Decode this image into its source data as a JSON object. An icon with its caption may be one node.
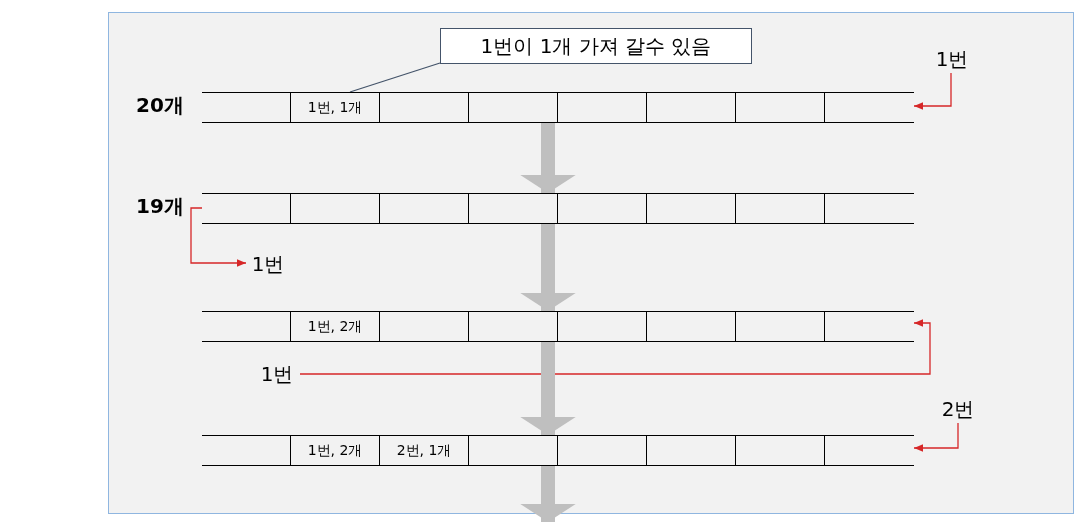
{
  "diagram": {
    "nodes": [
      {
        "text": [
          "1번이 1개 가져 갈수 있음"
        ]
      },
      {
        "text": [
          "1번"
        ]
      },
      {
        "text": [],
        "shape": "bar",
        "beside": [
          "20개"
        ]
      },
      {
        "text": [],
        "shape": "box",
        "in": 2
      },
      {
        "text": [
          "1번, 1개"
        ],
        "in": 2
      },
      {
        "text": [],
        "shape": "box",
        "in": 2
      },
      {
        "text": [],
        "shape": "box",
        "in": 2
      },
      {
        "text": [],
        "shape": "box",
        "in": 2
      },
      {
        "text": [],
        "shape": "box",
        "in": 2
      },
      {
        "text": [],
        "shape": "box",
        "in": 2
      },
      {
        "text": [],
        "shape": "box",
        "in": 2
      },
      {
        "text": [],
        "shape": "bar",
        "beside": [
          "19개"
        ]
      },
      {
        "text": [],
        "shape": "box",
        "in": 11
      },
      {
        "text": [],
        "shape": "box",
        "in": 11
      },
      {
        "text": [],
        "shape": "box",
        "in": 11
      },
      {
        "text": [],
        "shape": "box",
        "in": 11
      },
      {
        "text": [],
        "shape": "box",
        "in": 11
      },
      {
        "text": [],
        "shape": "box",
        "in": 11
      },
      {
        "text": [],
        "shape": "box",
        "in": 11
      },
      {
        "text": [],
        "shape": "box",
        "in": 11
      },
      {
        "text": [
          "1번"
        ]
      },
      {
        "text": [],
        "shape": "bar"
      },
      {
        "text": [],
        "shape": "box",
        "in": 21
      },
      {
        "text": [
          "1번, 2개"
        ],
        "in": 21
      },
      {
        "text": [],
        "shape": "box",
        "in": 21
      },
      {
        "text": [],
        "shape": "box",
        "in": 21
      },
      {
        "text": [],
        "shape": "box",
        "in": 21
      },
      {
        "text": [],
        "shape": "box",
        "in": 21
      },
      {
        "text": [],
        "shape": "box",
        "in": 21
      },
      {
        "text": [],
        "shape": "box",
        "in": 21
      },
      {
        "text": [
          "1번"
        ]
      },
      {
        "text": [
          "2번"
        ]
      },
      {
        "text": [],
        "shape": "bar"
      },
      {
        "text": [],
        "shape": "box",
        "in": 32
      },
      {
        "text": [
          "1번, 2개"
        ],
        "in": 32
      },
      {
        "text": [
          "2번, 1개"
        ],
        "in": 32
      },
      {
        "text": [],
        "shape": "box",
        "in": 32
      },
      {
        "text": [],
        "shape": "box",
        "in": 32
      },
      {
        "text": [],
        "shape": "box",
        "in": 32
      },
      {
        "text": [],
        "shape": "box",
        "in": 32
      },
      {
        "text": [],
        "shape": "box",
        "in": 32
      }
    ],
    "edges": [
      {
        "from": 0,
        "to": 4,
        "arrow": "none",
        "color": "#44546a"
      },
      {
        "from": 1,
        "to": 10,
        "arrow": "to",
        "color": "#d62728"
      },
      {
        "from": 2,
        "to": 11,
        "arrow": "to",
        "style": "thick",
        "color": "#bfbfbf"
      },
      {
        "from": 12,
        "to": 20,
        "arrow": "to",
        "color": "#d62728"
      },
      {
        "from": 11,
        "to": 21,
        "arrow": "to",
        "style": "thick",
        "color": "#bfbfbf"
      },
      {
        "from": 30,
        "to": 29,
        "arrow": "to",
        "color": "#d62728"
      },
      {
        "from": 21,
        "to": 32,
        "arrow": "to",
        "style": "thick",
        "color": "#bfbfbf"
      },
      {
        "from": 31,
        "to": 40,
        "arrow": "to",
        "color": "#d62728"
      },
      {
        "from": 32,
        "to": null,
        "arrow": "to",
        "style": "thick",
        "color": "#bfbfbf"
      }
    ]
  }
}
